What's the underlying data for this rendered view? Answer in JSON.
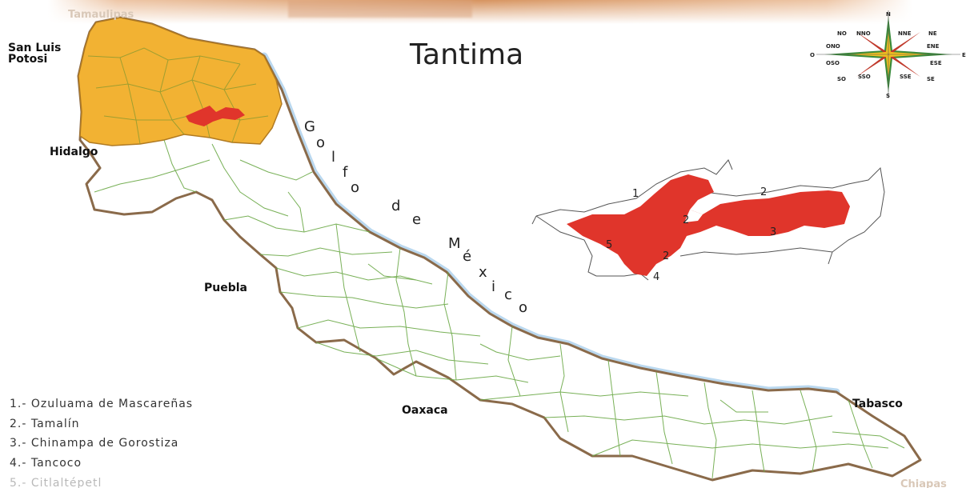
{
  "map": {
    "title": "Tantima",
    "sea_label": "Golfo de México",
    "sea_letters": [
      "G",
      "o",
      "l",
      "f",
      "o",
      "d",
      "e",
      "M",
      "é",
      "x",
      "i",
      "c",
      "o"
    ],
    "neighbors": {
      "tamaulipas": "Tamaulipas",
      "san_luis_1": "San Luis",
      "san_luis_2": "Potosi",
      "hidalgo": "Hidalgo",
      "puebla": "Puebla",
      "oaxaca": "Oaxaca",
      "tabasco": "Tabasco",
      "chiapas": "Chiapas"
    },
    "legend": [
      "1.- Ozuluama de Mascareñas",
      "2.- Tamalín",
      "3.- Chinampa de Gorostiza",
      "4.- Tancoco",
      "5.- Citlaltépetl"
    ],
    "inset_numbers": [
      "1",
      "2",
      "2",
      "3",
      "5",
      "2",
      "4"
    ],
    "compass": {
      "n": "N",
      "s": "S",
      "e": "E",
      "o": "O",
      "no": "NO",
      "nno": "NNO",
      "nne": "NNE",
      "ne": "NE",
      "ono": "ONO",
      "ene": "ENE",
      "oso": "OSO",
      "ese": "ESE",
      "so": "SO",
      "sso": "SSO",
      "sse": "SSE",
      "se": "SE"
    },
    "colors": {
      "huasteca_region": "#f2b233",
      "tantima_highlight": "#e0352b",
      "municipal_borders": "#6aa845",
      "state_outline": "#8a6a4a",
      "coast": "#9cc8e8",
      "header_band": "#c9702a"
    }
  }
}
